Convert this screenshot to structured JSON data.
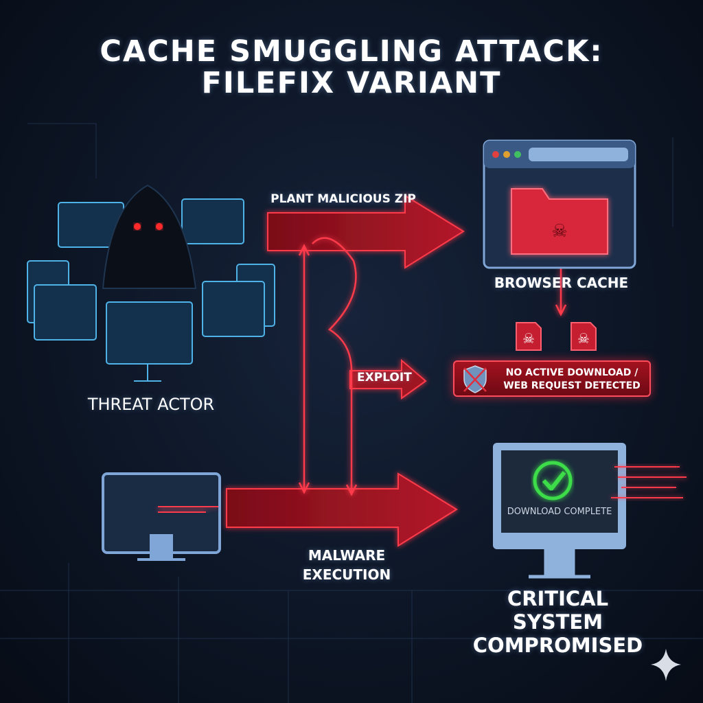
{
  "title": {
    "line1": "CACHE SMUGGLING ATTACK:",
    "line2": "FILEFIX VARIANT"
  },
  "nodes": {
    "threat_actor": "THREAT ACTOR",
    "browser_cache": "BROWSER CACHE",
    "critical": {
      "line1": "CRITICAL",
      "line2": "SYSTEM",
      "line3": "COMPROMISED"
    }
  },
  "arrows": {
    "plant": "PLANT MALICIOUS ZIP",
    "exploit": "EXPLOIT",
    "malware": {
      "line1": "MALWARE",
      "line2": "EXECUTION"
    }
  },
  "warning": {
    "line1": "NO ACTIVE DOWNLOAD /",
    "line2": "WEB REQUEST DETECTED"
  },
  "monitor": {
    "status": "DOWNLOAD COMPLETE"
  },
  "colors": {
    "accent_red": "#e0303f",
    "success_green": "#3ddc4a",
    "panel_blue": "#7fa6d6"
  }
}
